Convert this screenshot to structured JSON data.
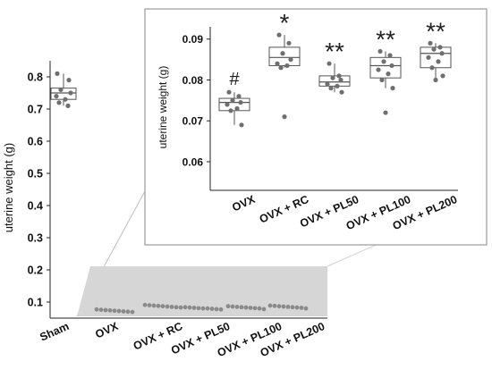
{
  "chart_data": [
    {
      "type": "box",
      "panel": "main",
      "ylabel": "uterine weight (g)",
      "ylim": [
        0.05,
        0.85
      ],
      "yticks": [
        "0.1",
        "0.2",
        "0.3",
        "0.4",
        "0.5",
        "0.6",
        "0.7",
        "0.8"
      ],
      "categories": [
        "Sham",
        "OVX",
        "OVX + RC",
        "OVX + PL50",
        "OVX + PL100",
        "OVX + PL200"
      ],
      "groups": [
        {
          "name": "Sham",
          "min": 0.71,
          "q1": 0.73,
          "median": 0.75,
          "q3": 0.765,
          "max": 0.81,
          "points": [
            0.81,
            0.79,
            0.76,
            0.75,
            0.74,
            0.73,
            0.72,
            0.71
          ]
        },
        {
          "name": "OVX",
          "points": [
            0.077,
            0.076,
            0.075,
            0.074,
            0.073,
            0.072,
            0.071,
            0.07,
            0.069
          ]
        },
        {
          "name": "OVX + RC",
          "points": [
            0.091,
            0.09,
            0.089,
            0.088,
            0.087,
            0.086,
            0.085,
            0.084,
            0.083
          ]
        },
        {
          "name": "OVX + PL50",
          "points": [
            0.084,
            0.083,
            0.082,
            0.081,
            0.08,
            0.08,
            0.079,
            0.078,
            0.077
          ]
        },
        {
          "name": "OVX + PL100",
          "points": [
            0.087,
            0.086,
            0.085,
            0.084,
            0.083,
            0.082,
            0.081,
            0.08,
            0.078
          ]
        },
        {
          "name": "OVX + PL200",
          "points": [
            0.089,
            0.088,
            0.087,
            0.086,
            0.085,
            0.084,
            0.083,
            0.082,
            0.08
          ]
        }
      ]
    },
    {
      "type": "box",
      "panel": "inset",
      "ylabel": "uterine weight (g)",
      "ylim": [
        0.053,
        0.093
      ],
      "yticks": [
        "0.06",
        "0.07",
        "0.08",
        "0.09"
      ],
      "categories": [
        "OVX",
        "OVX + RC",
        "OVX + PL50",
        "OVX + PL100",
        "OVX + PL200"
      ],
      "groups": [
        {
          "name": "OVX",
          "min": 0.069,
          "q1": 0.0725,
          "median": 0.0745,
          "q3": 0.0755,
          "max": 0.077,
          "points": [
            0.077,
            0.076,
            0.075,
            0.0745,
            0.074,
            0.073,
            0.0725,
            0.069
          ],
          "label": "#"
        },
        {
          "name": "OVX + RC",
          "min": 0.083,
          "q1": 0.0835,
          "median": 0.0855,
          "q3": 0.088,
          "max": 0.091,
          "points": [
            0.091,
            0.089,
            0.0865,
            0.085,
            0.084,
            0.0835,
            0.083
          ],
          "outliers": [
            0.071
          ],
          "label": "*"
        },
        {
          "name": "OVX + PL50",
          "min": 0.077,
          "q1": 0.0785,
          "median": 0.0795,
          "q3": 0.081,
          "max": 0.084,
          "points": [
            0.084,
            0.081,
            0.0805,
            0.08,
            0.079,
            0.0785,
            0.078,
            0.077
          ],
          "label": "**"
        },
        {
          "name": "OVX + PL100",
          "min": 0.078,
          "q1": 0.0805,
          "median": 0.0835,
          "q3": 0.0855,
          "max": 0.087,
          "points": [
            0.087,
            0.086,
            0.0845,
            0.0835,
            0.0825,
            0.0815,
            0.08,
            0.078
          ],
          "outliers": [
            0.072
          ],
          "label": "**"
        },
        {
          "name": "OVX + PL200",
          "min": 0.08,
          "q1": 0.083,
          "median": 0.0865,
          "q3": 0.088,
          "max": 0.089,
          "points": [
            0.089,
            0.088,
            0.0875,
            0.0865,
            0.0855,
            0.0845,
            0.083,
            0.081,
            0.08
          ],
          "label": "**"
        }
      ]
    }
  ],
  "colors": {
    "point": "#6f6f6f",
    "box": "#555555",
    "axis": "#222222",
    "zoom_band": "#d6d6d6",
    "frame": "#9a9a9a"
  }
}
